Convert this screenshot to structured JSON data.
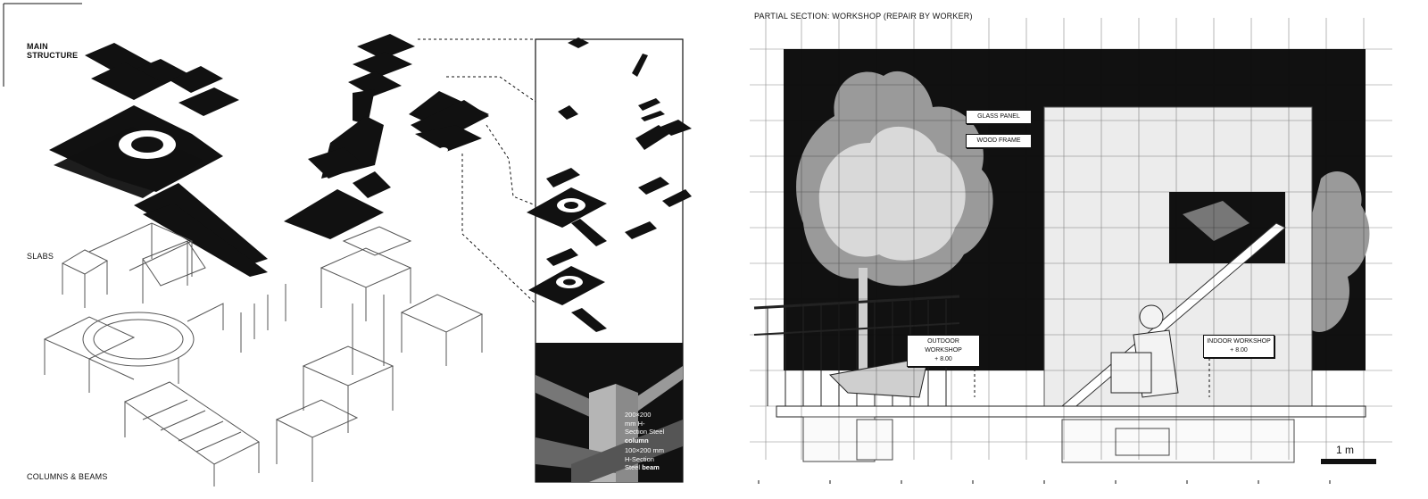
{
  "left_panel": {
    "label_main_structure_line1": "MAIN",
    "label_main_structure_line2": "STRUCTURE",
    "label_slabs": "SLABS",
    "label_columns_beams": "COLUMNS & BEAMS",
    "detail": {
      "column_spec_lines": [
        "200×200",
        "mm H-",
        "Section Steel"
      ],
      "column_spec_bold": "column",
      "beam_spec_lines": [
        "100×200 mm",
        "H-Section",
        "Steel"
      ],
      "beam_spec_bold": "beam"
    }
  },
  "right_panel": {
    "section_title": "PARTIAL SECTION: WORKSHOP (REPAIR BY WORKER)",
    "callouts": {
      "glass_panel": "GLASS PANEL",
      "wood_frame": "WOOD FRAME",
      "outdoor_workshop": "OUTDOOR WORKSHOP",
      "outdoor_level": "+ 8.00",
      "indoor_workshop": "INDOOR WORKSHOP",
      "indoor_level": "+ 8.00"
    },
    "scale_bar": "1 m"
  },
  "colors": {
    "ink": "#111111",
    "tree_light": "#d9d9d9",
    "tree_mid": "#9a9a9a",
    "sky": "#111111",
    "paper": "#ffffff"
  }
}
